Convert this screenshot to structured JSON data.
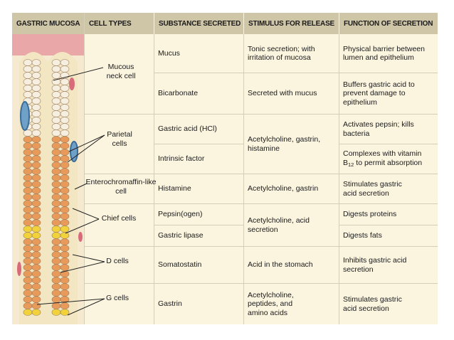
{
  "headers": {
    "gastric_mucosa": "GASTRIC MUCOSA",
    "cell_types": "CELL TYPES",
    "substance": "SUBSTANCE SECRETED",
    "stimulus": "STIMULUS FOR RELEASE",
    "function": "FUNCTION OF SECRETION"
  },
  "cell_types": {
    "mucous_neck": "Mucous neck cell",
    "parietal": "Parietal cells",
    "enterochromaffin": "Enterochromaffin-like cell",
    "chief": "Chief cells",
    "d_cells": "D cells",
    "g_cells": "G cells"
  },
  "rows": [
    {
      "substance": "Mucus",
      "stimulus": "Tonic secretion; with irritation of mucosa",
      "function": "Physical barrier between lumen and epithelium"
    },
    {
      "substance": "Bicarbonate",
      "stimulus": "Secreted with mucus",
      "function": "Buffers gastric acid to prevent damage to epithelium"
    },
    {
      "substance": "Gastric acid (HCl)",
      "stimulus": "Acetylcholine, gastrin, histamine",
      "function": "Activates pepsin; kills bacteria"
    },
    {
      "substance": "Intrinsic factor",
      "stimulus": "",
      "function_pre": "Complexes with vitamin",
      "function_b": "B",
      "function_sub": "12",
      "function_post": "to permit absorption"
    },
    {
      "substance": "Histamine",
      "stimulus": "Acetylcholine, gastrin",
      "function": "Stimulates gastric acid secretion"
    },
    {
      "substance": "Pepsin(ogen)",
      "stimulus": "Acetylcholine, acid secretion",
      "function": "Digests proteins"
    },
    {
      "substance": "Gastric lipase",
      "stimulus": "",
      "function": "Digests fats"
    },
    {
      "substance": "Somatostatin",
      "stimulus": "Acid in the stomach",
      "function": "Inhibits gastric acid secretion"
    },
    {
      "substance": "Gastrin",
      "stimulus": "Acetylcholine, peptides, and amino acids",
      "function": "Stimulates gastric acid secretion"
    }
  ],
  "colors": {
    "header_bg": "#cfc5a7",
    "body_bg": "#fbf5e0",
    "mucosa_bg": "#f4e8c4",
    "cell_orange": "#e89a5a",
    "cell_yellow": "#f2d23a"
  }
}
